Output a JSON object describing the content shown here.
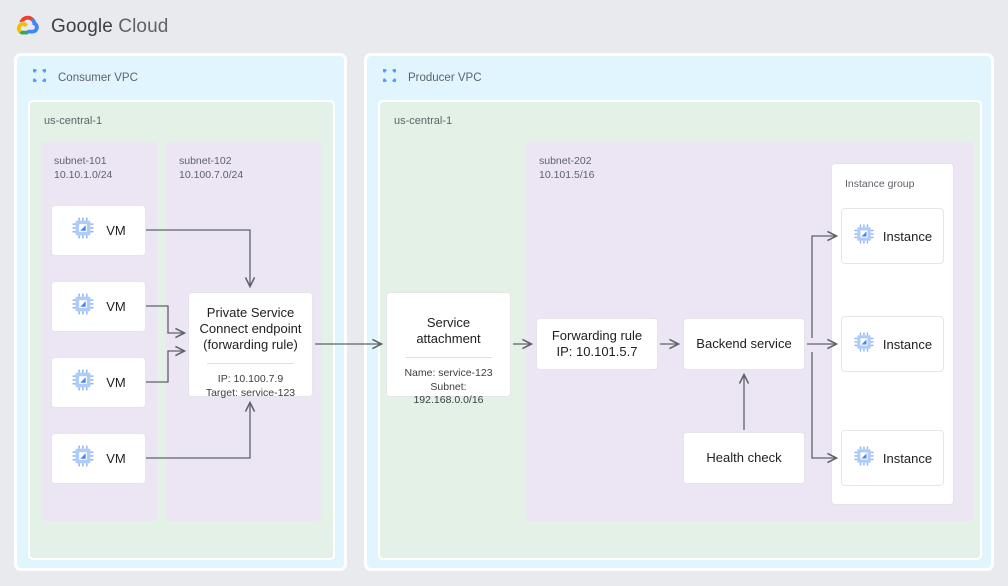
{
  "brand": {
    "logo_icon": "google-cloud-logo",
    "name_bold": "Google",
    "name_light": "Cloud"
  },
  "consumer": {
    "vpc_icon": "vpc-network-icon",
    "vpc_title": "Consumer VPC",
    "region": "us-central-1",
    "subnets": [
      {
        "name": "subnet-101",
        "cidr": "10.10.1.0/24"
      },
      {
        "name": "subnet-102",
        "cidr": "10.100.7.0/24"
      }
    ],
    "vms": [
      {
        "icon": "vm-chip-icon",
        "label": "VM"
      },
      {
        "icon": "vm-chip-icon",
        "label": "VM"
      },
      {
        "icon": "vm-chip-icon",
        "label": "VM"
      },
      {
        "icon": "vm-chip-icon",
        "label": "VM"
      }
    ],
    "psc_endpoint": {
      "title": "Private Service\nConnect endpoint\n(forwarding rule)",
      "ip": "IP: 10.100.7.9",
      "target": "Target: service-123"
    }
  },
  "producer": {
    "vpc_icon": "vpc-network-icon",
    "vpc_title": "Producer VPC",
    "region": "us-central-1",
    "subnet": {
      "name": "subnet-202",
      "cidr": "10.101.5/16"
    },
    "service_attachment": {
      "title": "Service attachment",
      "name": "Name: service-123",
      "subnet": "Subnet:\n192.168.0.0/16"
    },
    "forwarding_rule": {
      "title": "Forwarding rule\nIP: 10.101.5.7"
    },
    "backend_service": {
      "title": "Backend service"
    },
    "health_check": {
      "title": "Health check"
    },
    "instance_group": {
      "label": "Instance group",
      "instances": [
        {
          "icon": "vm-chip-icon",
          "label": "Instance"
        },
        {
          "icon": "vm-chip-icon",
          "label": "Instance"
        },
        {
          "icon": "vm-chip-icon",
          "label": "Instance"
        }
      ]
    }
  },
  "colors": {
    "page_background": "#e8eaed",
    "vpc_fill": "#e1f5fe",
    "region_fill": "#e3f1e6",
    "subnet_fill": "#ece5f3",
    "card_fill": "#ffffff",
    "connector": "#5f6368",
    "icon_blue": "#4285f4"
  }
}
